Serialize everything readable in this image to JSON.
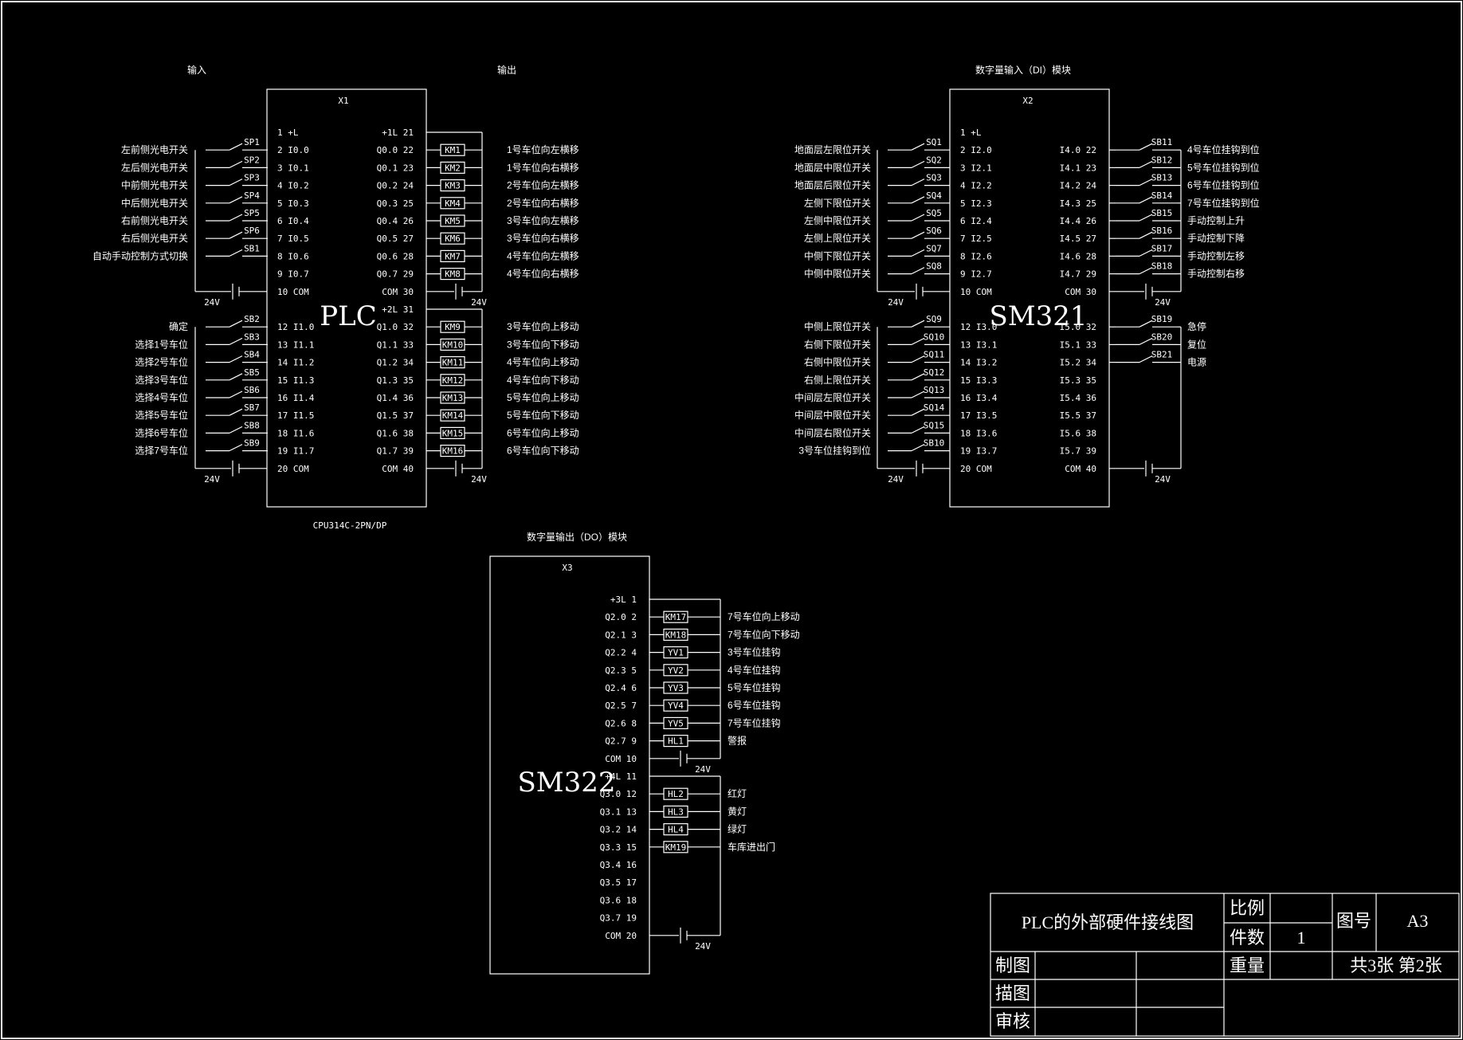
{
  "headings": {
    "input": "输入",
    "output": "输出",
    "di_module": "数字量输入（DI）模块",
    "do_module": "数字量输出（DO）模块"
  },
  "plc": {
    "connector": "X1",
    "name": "PLC",
    "model": "CPU314C-2PN/DP",
    "v24": "24V",
    "left_pins": [
      "1  +L",
      "2  I0.0",
      "3  I0.1",
      "4  I0.2",
      "5  I0.3",
      "6  I0.4",
      "7  I0.5",
      "8  I0.6",
      "9  I0.7",
      "10 COM",
      "12 I1.0",
      "13 I1.1",
      "14 I1.2",
      "15 I1.3",
      "16 I1.4",
      "17 I1.5",
      "18 I1.6",
      "19 I1.7",
      "20 COM"
    ],
    "right_pins": [
      "+1L 21",
      "Q0.0 22",
      "Q0.1 23",
      "Q0.2 24",
      "Q0.3 25",
      "Q0.4 26",
      "Q0.5 27",
      "Q0.6 28",
      "Q0.7 29",
      "COM 30",
      "+2L 31",
      "Q1.0 32",
      "Q1.1 33",
      "Q1.2 34",
      "Q1.3 35",
      "Q1.4 36",
      "Q1.5 37",
      "Q1.6 38",
      "Q1.7 39",
      "COM 40"
    ],
    "inputs": [
      {
        "tag": "SP1",
        "desc": "左前侧光电开关"
      },
      {
        "tag": "SP2",
        "desc": "左后侧光电开关"
      },
      {
        "tag": "SP3",
        "desc": "中前侧光电开关"
      },
      {
        "tag": "SP4",
        "desc": "中后侧光电开关"
      },
      {
        "tag": "SP5",
        "desc": "右前侧光电开关"
      },
      {
        "tag": "SP6",
        "desc": "右后侧光电开关"
      },
      {
        "tag": "SB1",
        "desc": "自动手动控制方式切换"
      },
      {
        "tag": "SB2",
        "desc": "确定"
      },
      {
        "tag": "SB3",
        "desc": "选择1号车位"
      },
      {
        "tag": "SB4",
        "desc": "选择2号车位"
      },
      {
        "tag": "SB5",
        "desc": "选择3号车位"
      },
      {
        "tag": "SB6",
        "desc": "选择4号车位"
      },
      {
        "tag": "SB7",
        "desc": "选择5号车位"
      },
      {
        "tag": "SB8",
        "desc": "选择6号车位"
      },
      {
        "tag": "SB9",
        "desc": "选择7号车位"
      }
    ],
    "outputs": [
      {
        "tag": "KM1",
        "desc": "1号车位向左横移"
      },
      {
        "tag": "KM2",
        "desc": "1号车位向右横移"
      },
      {
        "tag": "KM3",
        "desc": "2号车位向左横移"
      },
      {
        "tag": "KM4",
        "desc": "2号车位向右横移"
      },
      {
        "tag": "KM5",
        "desc": "3号车位向左横移"
      },
      {
        "tag": "KM6",
        "desc": "3号车位向右横移"
      },
      {
        "tag": "KM7",
        "desc": "4号车位向左横移"
      },
      {
        "tag": "KM8",
        "desc": "4号车位向右横移"
      },
      {
        "tag": "KM9",
        "desc": "3号车位向上移动"
      },
      {
        "tag": "KM10",
        "desc": "3号车位向下移动"
      },
      {
        "tag": "KM11",
        "desc": "4号车位向上移动"
      },
      {
        "tag": "KM12",
        "desc": "4号车位向下移动"
      },
      {
        "tag": "KM13",
        "desc": "5号车位向上移动"
      },
      {
        "tag": "KM14",
        "desc": "5号车位向下移动"
      },
      {
        "tag": "KM15",
        "desc": "6号车位向上移动"
      },
      {
        "tag": "KM16",
        "desc": "6号车位向下移动"
      }
    ]
  },
  "sm321": {
    "connector": "X2",
    "name": "SM321",
    "v24": "24V",
    "left_pins": [
      "1  +L",
      "2  I2.0",
      "3  I2.1",
      "4  I2.2",
      "5  I2.3",
      "6  I2.4",
      "7  I2.5",
      "8  I2.6",
      "9  I2.7",
      "10 COM",
      "12 I3.0",
      "13 I3.1",
      "14 I3.2",
      "15 I3.3",
      "16 I3.4",
      "17 I3.5",
      "18 I3.6",
      "19 I3.7",
      "20 COM"
    ],
    "right_pins": [
      "I4.0 22",
      "I4.1 23",
      "I4.2 24",
      "I4.3 25",
      "I4.4 26",
      "I4.5 27",
      "I4.6 28",
      "I4.7 29",
      "COM 30",
      "I5.0 32",
      "I5.1 33",
      "I5.2 34",
      "I5.3 35",
      "I5.4 36",
      "I5.5 37",
      "I5.6 38",
      "I5.7 39",
      "COM 40"
    ],
    "left_inputs": [
      {
        "tag": "SQ1",
        "desc": "地面层左限位开关"
      },
      {
        "tag": "SQ2",
        "desc": "地面层中限位开关"
      },
      {
        "tag": "SQ3",
        "desc": "地面层后限位开关"
      },
      {
        "tag": "SQ4",
        "desc": "左侧下限位开关"
      },
      {
        "tag": "SQ5",
        "desc": "左侧中限位开关"
      },
      {
        "tag": "SQ6",
        "desc": "左侧上限位开关"
      },
      {
        "tag": "SQ7",
        "desc": "中侧下限位开关"
      },
      {
        "tag": "SQ8",
        "desc": "中侧中限位开关"
      },
      {
        "tag": "SQ9",
        "desc": "中侧上限位开关"
      },
      {
        "tag": "SQ10",
        "desc": "右侧下限位开关"
      },
      {
        "tag": "SQ11",
        "desc": "右侧中限位开关"
      },
      {
        "tag": "SQ12",
        "desc": "右侧上限位开关"
      },
      {
        "tag": "SQ13",
        "desc": "中间层左限位开关"
      },
      {
        "tag": "SQ14",
        "desc": "中间层中限位开关"
      },
      {
        "tag": "SQ15",
        "desc": "中间层右限位开关"
      },
      {
        "tag": "SB10",
        "desc": "3号车位挂钩到位"
      }
    ],
    "right_inputs": [
      {
        "tag": "SB11",
        "desc": "4号车位挂钩到位"
      },
      {
        "tag": "SB12",
        "desc": "5号车位挂钩到位"
      },
      {
        "tag": "SB13",
        "desc": "6号车位挂钩到位"
      },
      {
        "tag": "SB14",
        "desc": "7号车位挂钩到位"
      },
      {
        "tag": "SB15",
        "desc": "手动控制上升"
      },
      {
        "tag": "SB16",
        "desc": "手动控制下降"
      },
      {
        "tag": "SB17",
        "desc": "手动控制左移"
      },
      {
        "tag": "SB18",
        "desc": "手动控制右移"
      },
      {
        "tag": "SB19",
        "desc": "急停"
      },
      {
        "tag": "SB20",
        "desc": "复位"
      },
      {
        "tag": "SB21",
        "desc": "电源"
      }
    ]
  },
  "sm322": {
    "connector": "X3",
    "name": "SM322",
    "v24": "24V",
    "pins": [
      "+3L 1",
      "Q2.0 2",
      "Q2.1 3",
      "Q2.2 4",
      "Q2.3 5",
      "Q2.4 6",
      "Q2.5 7",
      "Q2.6 8",
      "Q2.7 9",
      "COM 10",
      "+4L 11",
      "Q3.0 12",
      "Q3.1 13",
      "Q3.2 14",
      "Q3.3 15",
      "Q3.4 16",
      "Q3.5 17",
      "Q3.6 18",
      "Q3.7 19",
      "COM 20"
    ],
    "outputs": [
      {
        "tag": "KM17",
        "desc": "7号车位向上移动"
      },
      {
        "tag": "KM18",
        "desc": "7号车位向下移动"
      },
      {
        "tag": "YV1",
        "desc": "3号车位挂钩"
      },
      {
        "tag": "YV2",
        "desc": "4号车位挂钩"
      },
      {
        "tag": "YV3",
        "desc": "5号车位挂钩"
      },
      {
        "tag": "YV4",
        "desc": "6号车位挂钩"
      },
      {
        "tag": "YV5",
        "desc": "7号车位挂钩"
      },
      {
        "tag": "HL1",
        "desc": "警报"
      },
      {
        "tag": "HL2",
        "desc": "红灯"
      },
      {
        "tag": "HL3",
        "desc": "黄灯"
      },
      {
        "tag": "HL4",
        "desc": "绿灯"
      },
      {
        "tag": "KM19",
        "desc": "车库进出门"
      }
    ]
  },
  "title_block": {
    "title": "PLC的外部硬件接线图",
    "scale_label": "比例",
    "count_label": "件数",
    "count": "1",
    "drawing_no_label": "图号",
    "size": "A3",
    "drawn_label": "制图",
    "weight_label": "重量",
    "sheets": "共3张  第2张",
    "traced_label": "描图",
    "checked_label": "审核"
  }
}
